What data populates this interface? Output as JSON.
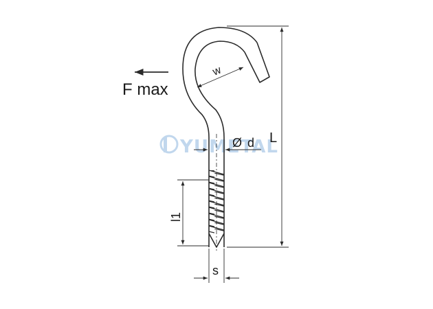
{
  "labels": {
    "force": "F max",
    "opening": "w",
    "diameter_symbol": "Ø",
    "diameter": "d",
    "length": "L",
    "thread_length": "l1",
    "thread_size": "s"
  },
  "watermark": {
    "text": "YUMETAL",
    "color": "#8fb8e0"
  },
  "colors": {
    "line": "#2a2a2a",
    "background": "#ffffff"
  }
}
